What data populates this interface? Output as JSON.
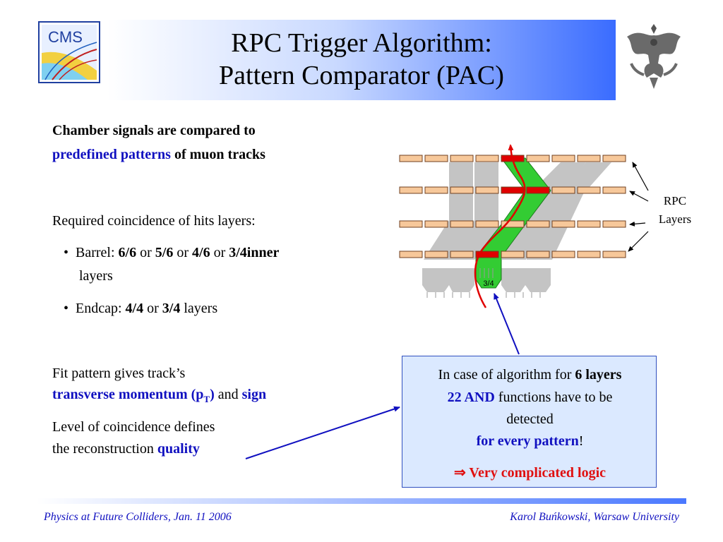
{
  "title": {
    "line1": "RPC Trigger Algorithm:",
    "line2": "Pattern Comparator (PAC)"
  },
  "logos": {
    "cms_text": "CMS"
  },
  "heading": {
    "line1": "Chamber signals are compared to",
    "line2_blue": "predefined patterns",
    "line2_rest": " of muon tracks"
  },
  "coincidence": {
    "intro": "Required coincidence of hits layers:",
    "barrel": {
      "label": "Barrel: ",
      "v1": "6/6",
      "or1": " or ",
      "v2": "5/6",
      "or2": " or ",
      "v3": "4/6",
      "or3": " or ",
      "v4": "3/4inner",
      "tail": "layers"
    },
    "endcap": {
      "label": "Endcap: ",
      "v1": "4/4",
      "or1": " or ",
      "v2": "3/4",
      "tail": " layers"
    }
  },
  "fit": {
    "line1": "Fit pattern gives track’s",
    "tm": "transverse momentum (p",
    "tm_sub": "T",
    "tm_close": ")",
    "and": " and ",
    "sign": "sign"
  },
  "level": {
    "line1": "Level of coincidence defines",
    "line2": "the reconstruction ",
    "quality": "quality"
  },
  "diagram": {
    "rpc_label_1": "RPC",
    "rpc_label_2": "Layers",
    "pac_label": "3/4"
  },
  "infobox": {
    "l1_text": "In case of algorithm for ",
    "l1_bold": "6 layers",
    "l2_bold": "22 AND",
    "l2_text": " functions have to be",
    "l3": "detected",
    "l4_bold": "for every pattern",
    "l4_text": "!",
    "l5": "⇒ Very complicated logic"
  },
  "footer": {
    "left": "Physics at Future Colliders, Jan. 11 2006",
    "right": "Karol Buńkowski, Warsaw University"
  },
  "colors": {
    "blue_text": "#1010c0",
    "red_text": "#e01010",
    "strip": "#f7c89a",
    "hit": "#e00000",
    "pattern": "#33cc33",
    "box_fill": "#dbe9ff"
  }
}
